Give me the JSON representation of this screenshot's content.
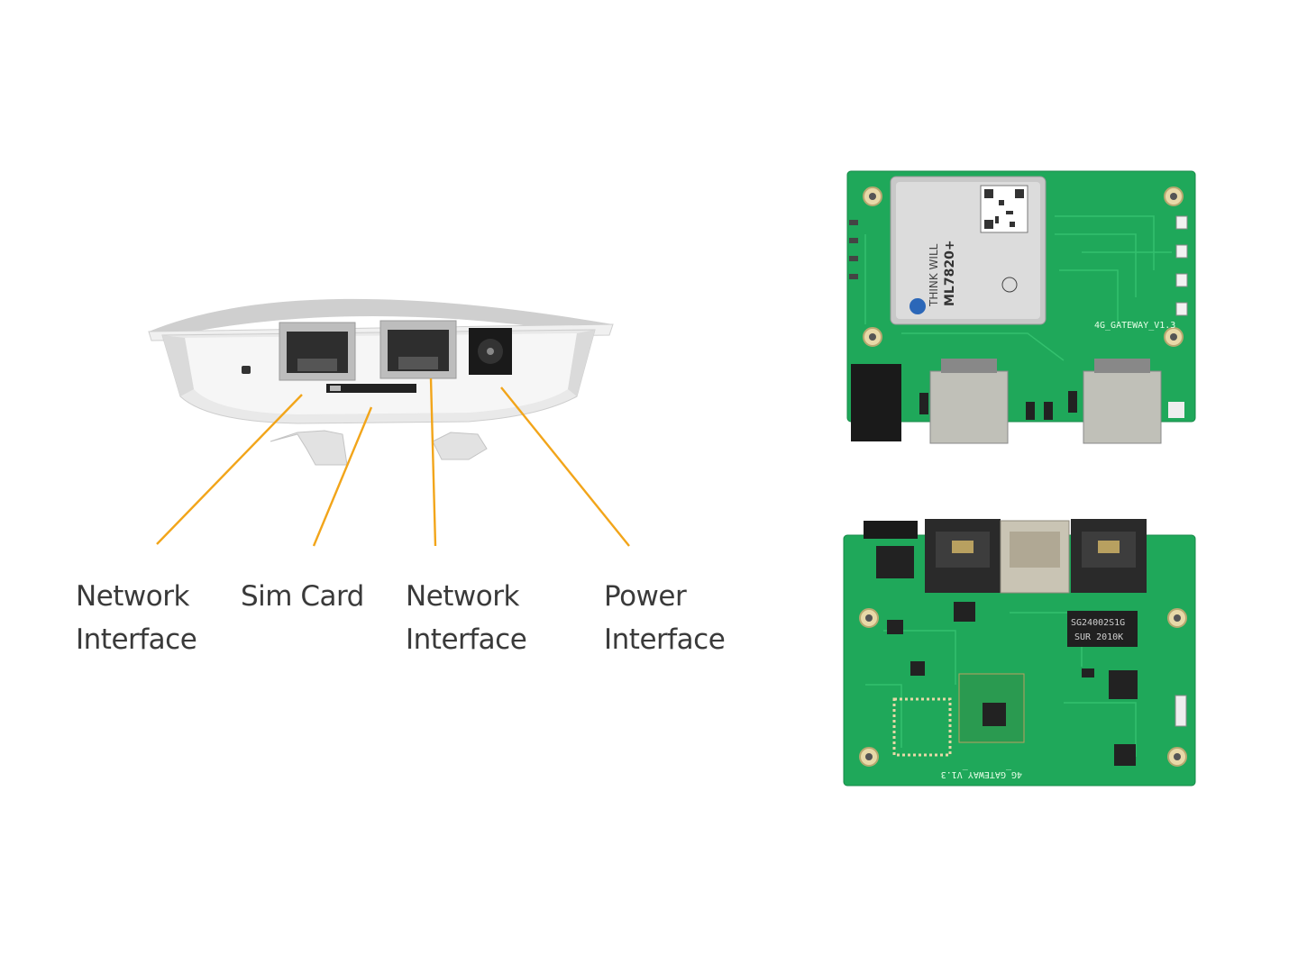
{
  "callouts": [
    {
      "line1": "Network",
      "line2": "Interface"
    },
    {
      "line1": "Sim Card",
      "line2": ""
    },
    {
      "line1": "Network",
      "line2": "Interface"
    },
    {
      "line1": "Power",
      "line2": "Interface"
    }
  ],
  "board_top": {
    "module_brand": "THINK WILL",
    "module_model": "ML7820+",
    "silkscreen": "4G_GATEWAY_V1.3"
  },
  "board_bottom": {
    "chip_marking_1": "SG24002S1G",
    "chip_marking_2": "SUR 2010K",
    "silkscreen": "4G_GATEWAY_V1.3"
  },
  "colors": {
    "callout_line": "#f2a51a",
    "pcb_green": "#1fa85a",
    "enclosure": "#e4e4e4"
  }
}
